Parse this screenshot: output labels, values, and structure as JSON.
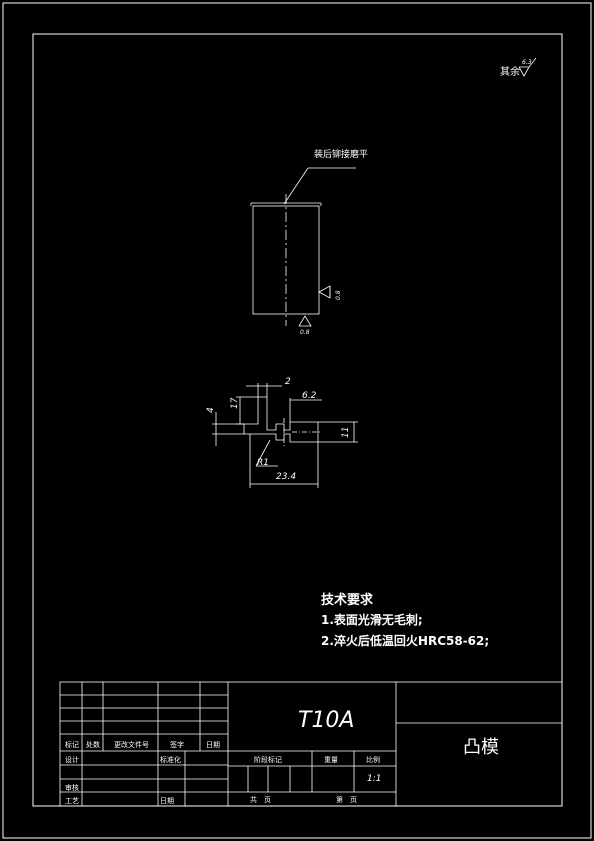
{
  "surface_note": {
    "label": "其余",
    "value": "6.3"
  },
  "part_view": {
    "leader_note": "装后铆接磨平",
    "roughness_side": "0.8",
    "roughness_bottom": "0.8"
  },
  "section_view": {
    "dims": {
      "d2": "2",
      "d62": "6.2",
      "d17": "17",
      "d4": "4",
      "d11": "11",
      "r1": "R1",
      "d234": "23.4"
    }
  },
  "tech_req": {
    "title": "技术要求",
    "items": [
      "1.表面光滑无毛刺;",
      "2.淬火后低温回火HRC58-62;"
    ]
  },
  "title_block": {
    "material": "T10A",
    "part_name": "凸模",
    "rev_headers": [
      "标记",
      "处数",
      "更改文件号",
      "签字",
      "日期"
    ],
    "role_design": "设计",
    "role_standard": "标准化",
    "role_check": "审核",
    "role_process": "工艺",
    "date_label": "日期",
    "stage_mark": "阶段标记",
    "weight": "重量",
    "scale_label": "比例",
    "scale_value": "1:1",
    "total_sheets": "共　页",
    "sheet_no": "第　页"
  }
}
